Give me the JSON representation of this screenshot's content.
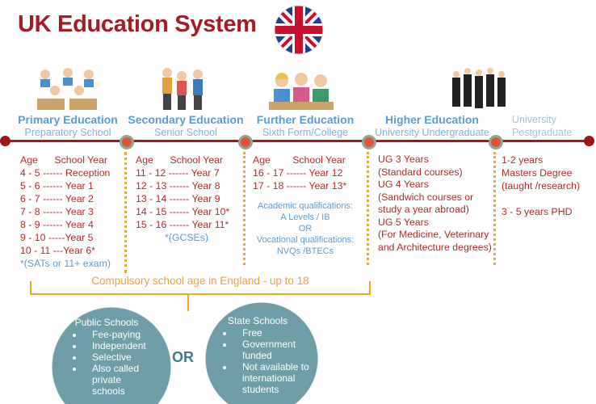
{
  "title": "UK Education System",
  "flag_icon": "union-jack-flag",
  "colors": {
    "title": "#a51d24",
    "heading": "#5b9bd5",
    "timeline": "#9e1b1b",
    "text": "#b42a2a",
    "dots": "#f5a623",
    "circles": "#6f9ea8"
  },
  "stages": [
    {
      "heading": "Primary Education",
      "sub": "Preparatory School"
    },
    {
      "heading": "Secondary Education",
      "sub": "Senior School"
    },
    {
      "heading": "Further Education",
      "sub": "Sixth Form/College"
    },
    {
      "heading": "Higher Education",
      "sub": "University Undergraduate"
    },
    {
      "heading": "University",
      "sub": "Postgraduate"
    }
  ],
  "primary": {
    "header": "Age      School Year",
    "rows": [
      "4 - 5 ------ Reception",
      "5 - 6 ------ Year 1",
      "6 - 7 ------ Year 2",
      "7 - 8 ------ Year 3",
      "8 - 9 ------ Year 4",
      "9 - 10 -----Year 5",
      "10 - 11 ---Year 6*"
    ],
    "note": "*(SATs or 11+  exam)"
  },
  "secondary": {
    "header": "Age      School Year",
    "rows": [
      "11 - 12 ------ Year 7",
      "12 - 13 ------ Year 8",
      "13 - 14 ------ Year 9",
      "14 - 15 ------ Year 10*",
      "15 - 16 ------ Year 11*"
    ],
    "note": "*(GCSEs)"
  },
  "further": {
    "header": "Age        School Year",
    "rows": [
      "16 - 17 ------ Year 12",
      "17 - 18 ------ Year 13*"
    ],
    "quals": [
      "Academic qualifications:",
      "A Levels / IB",
      "OR",
      "Vocational qualifications:",
      "NVQs /BTECs"
    ]
  },
  "higher": {
    "rows": [
      "UG 3 Years",
      "(Standard courses)",
      "UG 4 Years",
      "(Sandwich courses or",
      "study a year abroad)",
      "UG 5 Years",
      "(For Medicine, Veterinary",
      "and Architecture degrees)"
    ]
  },
  "postgrad": {
    "rows": [
      "1-2 years",
      "Masters Degree",
      "(taught /research)",
      "",
      "3 - 5 years PHD"
    ]
  },
  "compulsory": "Compulsory school age in England - up to 18",
  "public_schools": {
    "title": "Public Schools",
    "items": [
      "Fee-paying",
      "Independent",
      "Selective",
      "Also called private schools"
    ]
  },
  "or_label": "OR",
  "state_schools": {
    "title": "State Schools",
    "items": [
      "Free",
      "Government funded",
      "Not available to international students"
    ]
  }
}
